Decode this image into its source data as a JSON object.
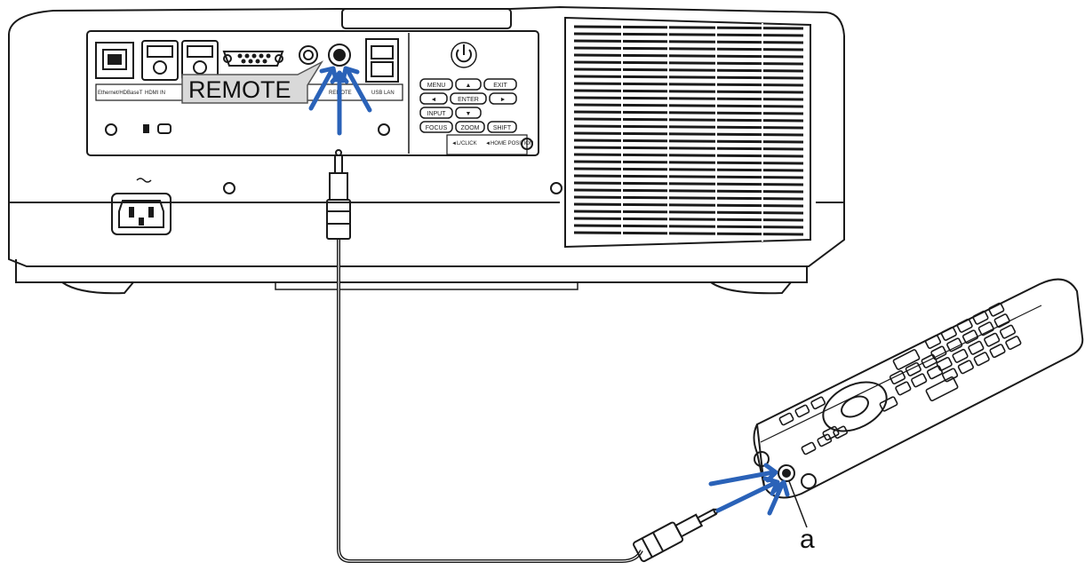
{
  "labels": {
    "remote_callout": "REMOTE",
    "callout_a": "a"
  },
  "projector_panel": {
    "port_captions": [
      "Ethernet/HDBaseT",
      "HDMI IN",
      "REMOTE",
      "USB LAN"
    ],
    "keypad_buttons": [
      "MENU",
      "▲",
      "EXIT",
      "◄",
      "ENTER",
      "►",
      "INPUT",
      "▼",
      "FOCUS",
      "ZOOM",
      "SHIFT"
    ],
    "keypad_captions": [
      "◄L/CLICK",
      "◄HOME POSITION"
    ]
  },
  "colors": {
    "arrow_blue": "#2a62b8",
    "line": "#1a1a1a",
    "label_fill": "#d9d9d9"
  }
}
